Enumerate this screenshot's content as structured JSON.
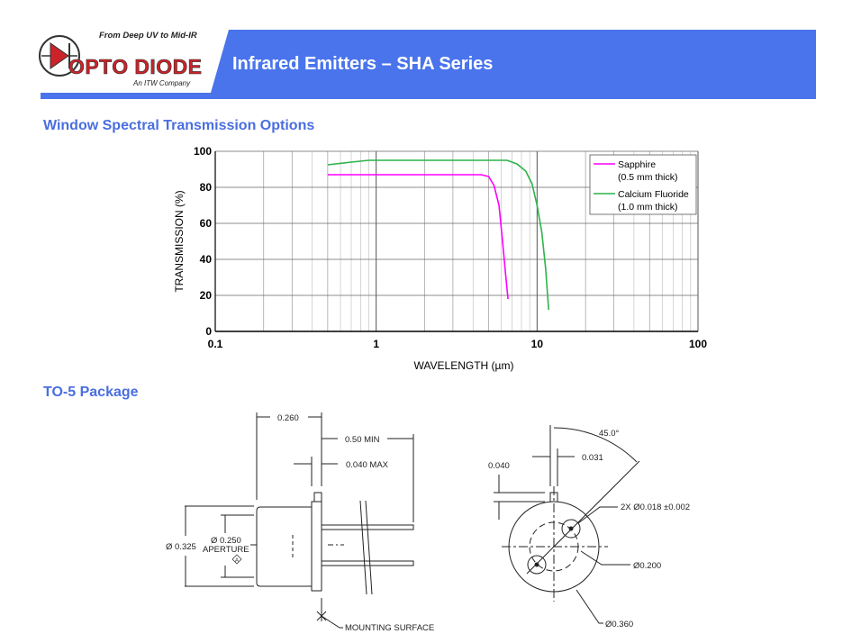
{
  "header": {
    "tagline": "From Deep UV to Mid-IR",
    "brand": "OPTO DIODE",
    "subbrand": "An ITW Company",
    "title": "Infrared Emitters – SHA Series",
    "accent_color": "#4a74ec"
  },
  "sections": {
    "transmission": "Window Spectral Transmission Options",
    "package": "TO-5 Package"
  },
  "chart_data": {
    "type": "line",
    "title": "",
    "xlabel": "WAVELENGTH (µm)",
    "ylabel": "TRANSMISSION (%)",
    "xscale": "log",
    "xlim": [
      0.1,
      100
    ],
    "ylim": [
      0,
      100
    ],
    "xticks": [
      "0.1",
      "1",
      "10",
      "100"
    ],
    "yticks": [
      "0",
      "20",
      "40",
      "60",
      "80",
      "100"
    ],
    "grid": true,
    "legend_position": "top-right",
    "series": [
      {
        "name": "Sapphire",
        "name2": "(0.5 mm thick)",
        "color": "#ff00ff",
        "x": [
          0.5,
          1,
          2,
          4.5,
          5.0,
          5.4,
          5.8,
          6.1,
          6.4,
          6.6
        ],
        "y": [
          87,
          87,
          87,
          87,
          86,
          81,
          70,
          50,
          30,
          18
        ]
      },
      {
        "name": "Calcium Fluoride",
        "name2": "(1.0 mm thick)",
        "color": "#2db34a",
        "x": [
          0.5,
          0.7,
          0.9,
          2,
          6.5,
          7.5,
          8.5,
          9.3,
          10,
          10.7,
          11.3,
          11.8
        ],
        "y": [
          92.5,
          94,
          95,
          95,
          95,
          93,
          89,
          82,
          70,
          55,
          35,
          12
        ]
      }
    ]
  },
  "package": {
    "side": {
      "d1": "0.260",
      "d2": "0.50 MIN",
      "d3": "0.040  MAX",
      "d4": "Ø 0.325",
      "d5": "Ø 0.250",
      "d6": "APERTURE",
      "datum": "A",
      "d7": "MOUNTING SURFACE"
    },
    "bottom": {
      "angle": "45.0°",
      "tab_w": "0.031",
      "tab_h": "0.040",
      "pins": "2X Ø0.018 ±0.002",
      "bolt": "Ø0.200",
      "outer": "Ø0.360"
    }
  }
}
